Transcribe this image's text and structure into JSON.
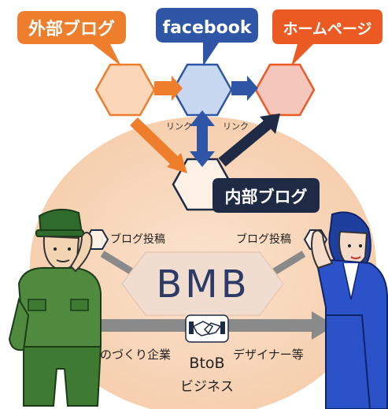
{
  "nodes": {
    "external_blog": {
      "label": "外部ブログ",
      "color": "#ee7d2c"
    },
    "facebook": {
      "label": "facebook",
      "color": "#2f56a6"
    },
    "homepage": {
      "label": "ホームページ",
      "color": "#ec5a24"
    },
    "internal_blog": {
      "label": "内部ブログ",
      "color": "#1f2a44"
    }
  },
  "links": {
    "left": "リンク",
    "right": "リンク"
  },
  "posting": {
    "left": "ブログ投稿",
    "right": "ブログ投稿"
  },
  "center": {
    "logo": "BMB",
    "btob_line1": "BtoB",
    "btob_line2": "ビジネス"
  },
  "parties": {
    "left": "ものづくり企業",
    "right": "デザイナー等"
  },
  "icons": [
    "handshake-icon",
    "factory-worker-figure",
    "designer-woman-figure"
  ]
}
